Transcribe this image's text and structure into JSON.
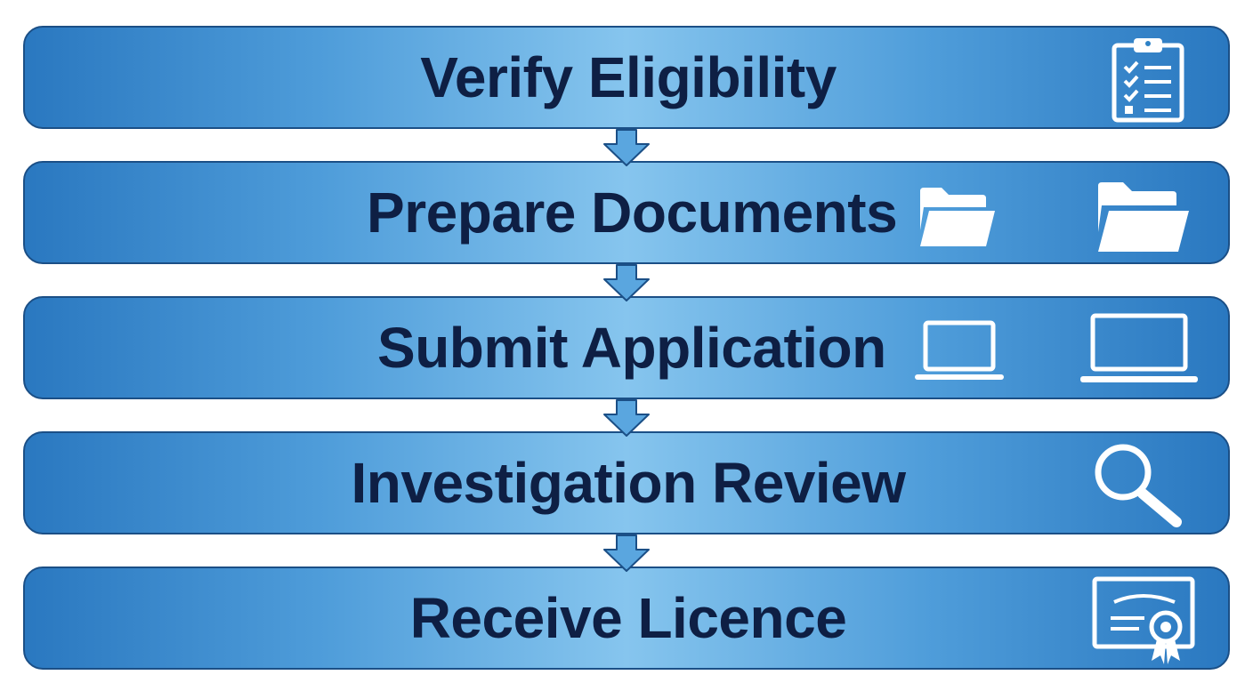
{
  "steps": [
    {
      "label": "Verify Eligibility",
      "icon": "clipboard-checklist-icon"
    },
    {
      "label": "Prepare Documents",
      "icons": [
        "folder-icon",
        "folder-icon"
      ]
    },
    {
      "label": "Submit Application",
      "icons": [
        "laptop-icon",
        "laptop-icon"
      ]
    },
    {
      "label": "Investigation Review",
      "icon": "magnifying-glass-icon"
    },
    {
      "label": "Receive Licence",
      "icon": "certificate-icon"
    }
  ],
  "colors": {
    "band_edge": "#2a78c0",
    "band_center": "#86c5ee",
    "border": "#1b4f86",
    "text": "#0e1f44",
    "icon": "#ffffff",
    "arrow_fill": "#5aa6df"
  }
}
